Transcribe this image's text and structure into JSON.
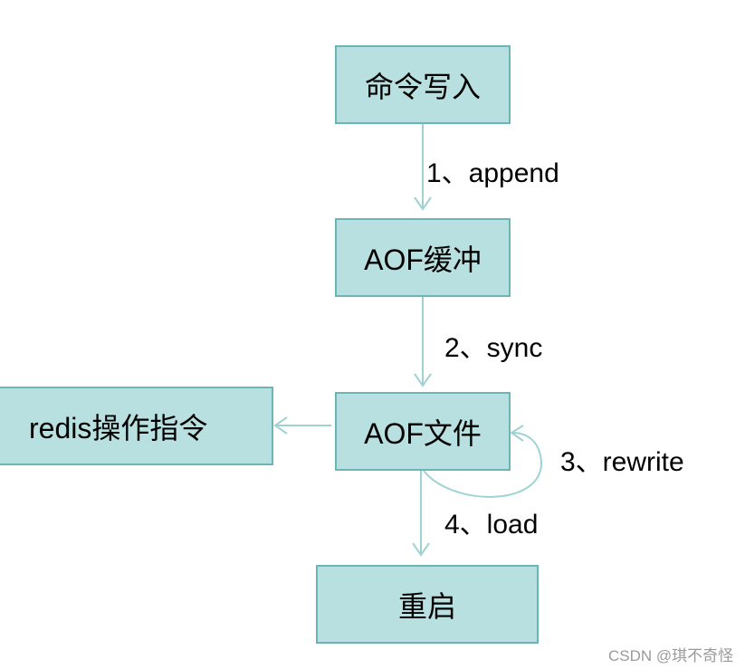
{
  "nodes": {
    "command_write": "命令写入",
    "aof_buffer": "AOF缓冲",
    "aof_file": "AOF文件",
    "restart": "重启",
    "redis_ops": "redis操作指令"
  },
  "edges": {
    "append": "1、append",
    "sync": "2、sync",
    "rewrite": "3、rewrite",
    "load": "4、load"
  },
  "watermark": "CSDN @琪不奇怪",
  "colors": {
    "box_fill": "#b9e0e0",
    "box_border": "#6ab5b5",
    "arrow": "#9fd3d3"
  }
}
